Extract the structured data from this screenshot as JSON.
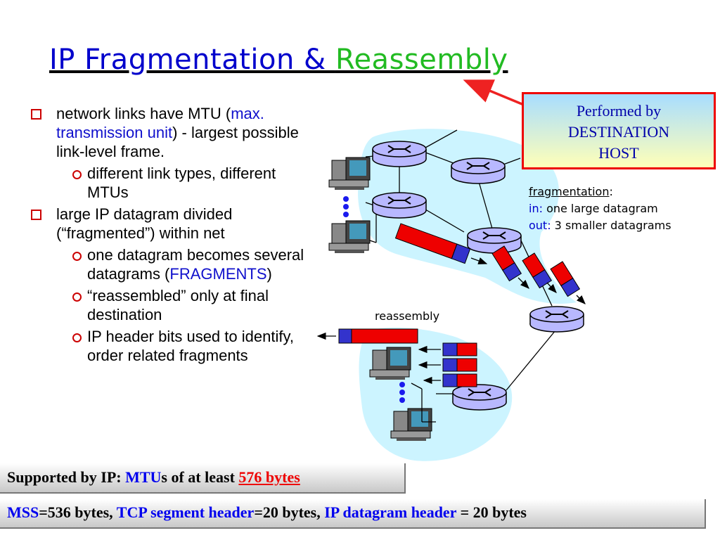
{
  "title": {
    "part1": "IP Fragmentation & ",
    "part2": "Reassembly"
  },
  "bullets": {
    "b1": {
      "pre": "network links have MTU (",
      "link": "max. transmission unit",
      "post": ") - largest possible link-level frame."
    },
    "b1_sub1": "different link types, different MTUs",
    "b2": "large IP datagram divided (“fragmented”) within net",
    "b2_sub1": {
      "pre": "one datagram becomes several datagrams (",
      "word": "FRAGMENTS",
      "post": ")"
    },
    "b2_sub2": "“reassembled” only at final destination",
    "b2_sub3": "IP header bits used to identify, order related fragments"
  },
  "callout": {
    "line1": "Performed by",
    "line2": "DESTINATION",
    "line3": "HOST"
  },
  "fragmentation": {
    "label": "fragmentation",
    "colon": ":",
    "in_label": "in:",
    "in_text": " one large datagram",
    "out_label": "out:",
    "out_text": " 3 smaller datagrams"
  },
  "reassembly_label": "reassembly",
  "footer1": {
    "pre": "Supported by IP:  ",
    "mtu": "MTU",
    "mid": "s of at least ",
    "bytes": "576 bytes"
  },
  "footer2": {
    "mss": "MSS",
    "t1": "=536 bytes, ",
    "tcp": "TCP segment header",
    "t2": "=20 bytes, ",
    "ip": "IP datagram header",
    "t3": " = 20 bytes"
  },
  "colors": {
    "datagram_data": "#ee0000",
    "datagram_header": "#3333cc",
    "network_cloud": "#ccf4ff",
    "router": "#b8b8ff"
  },
  "icons": [
    "router-icon",
    "computer-icon",
    "ellipsis-dots-icon",
    "arrow-icon"
  ]
}
